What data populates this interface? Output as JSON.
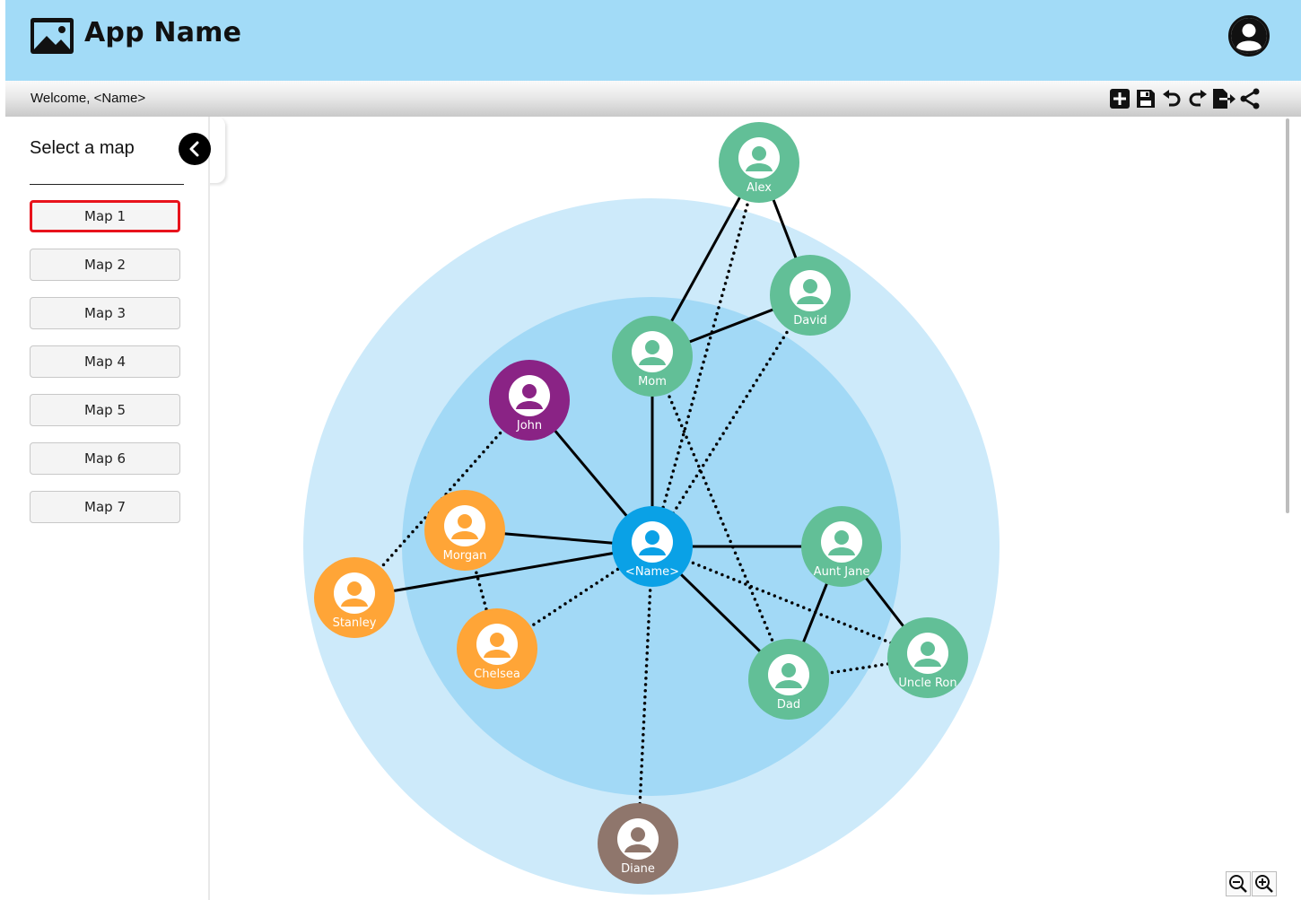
{
  "header": {
    "app_name": "App Name",
    "logo_icon": "image-icon",
    "profile_icon": "user-circle-icon"
  },
  "subbar": {
    "welcome": "Welcome, <Name>",
    "tools": [
      "add-icon",
      "save-icon",
      "undo-icon",
      "redo-icon",
      "export-icon",
      "share-icon"
    ]
  },
  "sidebar": {
    "title": "Select a map",
    "collapse_icon": "chevron-left-icon",
    "maps": [
      {
        "label": "Map 1",
        "selected": true
      },
      {
        "label": "Map 2",
        "selected": false
      },
      {
        "label": "Map 3",
        "selected": false
      },
      {
        "label": "Map 4",
        "selected": false
      },
      {
        "label": "Map 5",
        "selected": false
      },
      {
        "label": "Map 6",
        "selected": false
      },
      {
        "label": "Map 7",
        "selected": false
      }
    ]
  },
  "colors": {
    "header_bg": "#a2dbf7",
    "outer_ring": "#cdeafa",
    "inner_ring": "#a2d9f6",
    "center": "#0aa1e6",
    "family": "#62bf97",
    "friend": "#ffa537",
    "purple": "#8a2385",
    "brown": "#8f766c",
    "selected_border": "#e8131c"
  },
  "map": {
    "nodes": [
      {
        "id": "name",
        "label": "<Name>",
        "color": "#0aa1e6"
      },
      {
        "id": "alex",
        "label": "Alex",
        "color": "#62bf97"
      },
      {
        "id": "david",
        "label": "David",
        "color": "#62bf97"
      },
      {
        "id": "mom",
        "label": "Mom",
        "color": "#62bf97"
      },
      {
        "id": "john",
        "label": "John",
        "color": "#8a2385"
      },
      {
        "id": "morgan",
        "label": "Morgan",
        "color": "#ffa537"
      },
      {
        "id": "stanley",
        "label": "Stanley",
        "color": "#ffa537"
      },
      {
        "id": "chelsea",
        "label": "Chelsea",
        "color": "#ffa537"
      },
      {
        "id": "auntjane",
        "label": "Aunt Jane",
        "color": "#62bf97"
      },
      {
        "id": "dad",
        "label": "Dad",
        "color": "#62bf97"
      },
      {
        "id": "uncleron",
        "label": "Uncle Ron",
        "color": "#62bf97"
      },
      {
        "id": "diane",
        "label": "Diane",
        "color": "#8f766c"
      }
    ],
    "edges": [
      {
        "from": "alex",
        "to": "mom",
        "style": "solid"
      },
      {
        "from": "alex",
        "to": "david",
        "style": "solid"
      },
      {
        "from": "mom",
        "to": "david",
        "style": "solid"
      },
      {
        "from": "mom",
        "to": "name",
        "style": "solid"
      },
      {
        "from": "john",
        "to": "name",
        "style": "solid"
      },
      {
        "from": "morgan",
        "to": "name",
        "style": "solid"
      },
      {
        "from": "stanley",
        "to": "name",
        "style": "solid"
      },
      {
        "from": "name",
        "to": "auntjane",
        "style": "solid"
      },
      {
        "from": "name",
        "to": "dad",
        "style": "solid"
      },
      {
        "from": "auntjane",
        "to": "dad",
        "style": "solid"
      },
      {
        "from": "auntjane",
        "to": "uncleron",
        "style": "solid"
      },
      {
        "from": "alex",
        "to": "name",
        "style": "dotted"
      },
      {
        "from": "david",
        "to": "name",
        "style": "dotted"
      },
      {
        "from": "mom",
        "to": "dad",
        "style": "dotted"
      },
      {
        "from": "john",
        "to": "stanley",
        "style": "dotted"
      },
      {
        "from": "morgan",
        "to": "chelsea",
        "style": "dotted"
      },
      {
        "from": "chelsea",
        "to": "name",
        "style": "dotted"
      },
      {
        "from": "name",
        "to": "uncleron",
        "style": "dotted"
      },
      {
        "from": "name",
        "to": "diane",
        "style": "dotted"
      },
      {
        "from": "dad",
        "to": "uncleron",
        "style": "dotted"
      }
    ]
  },
  "zoom": {
    "zoom_out_icon": "zoom-out-icon",
    "zoom_in_icon": "zoom-in-icon"
  }
}
